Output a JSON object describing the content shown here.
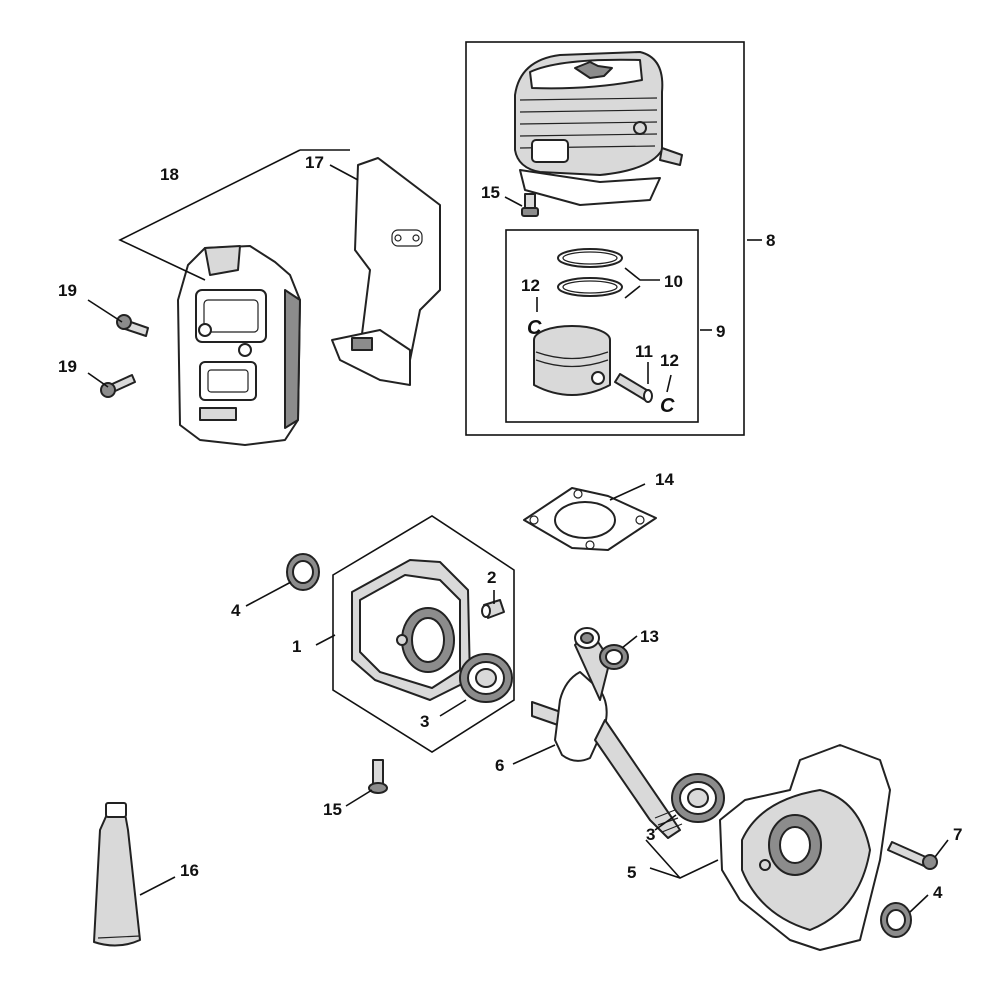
{
  "labels": {
    "l1": "1",
    "l2": "2",
    "l3a": "3",
    "l3b": "3",
    "l4a": "4",
    "l4b": "4",
    "l5": "5",
    "l6": "6",
    "l7": "7",
    "l8": "8",
    "l9": "9",
    "l10": "10",
    "l11": "11",
    "l12a": "12",
    "l12b": "12",
    "l13": "13",
    "l14": "14",
    "l15a": "15",
    "l15b": "15",
    "l16": "16",
    "l17": "17",
    "l18": "18",
    "l19a": "19",
    "l19b": "19"
  },
  "clips": {
    "c1": "C",
    "c2": "C"
  }
}
